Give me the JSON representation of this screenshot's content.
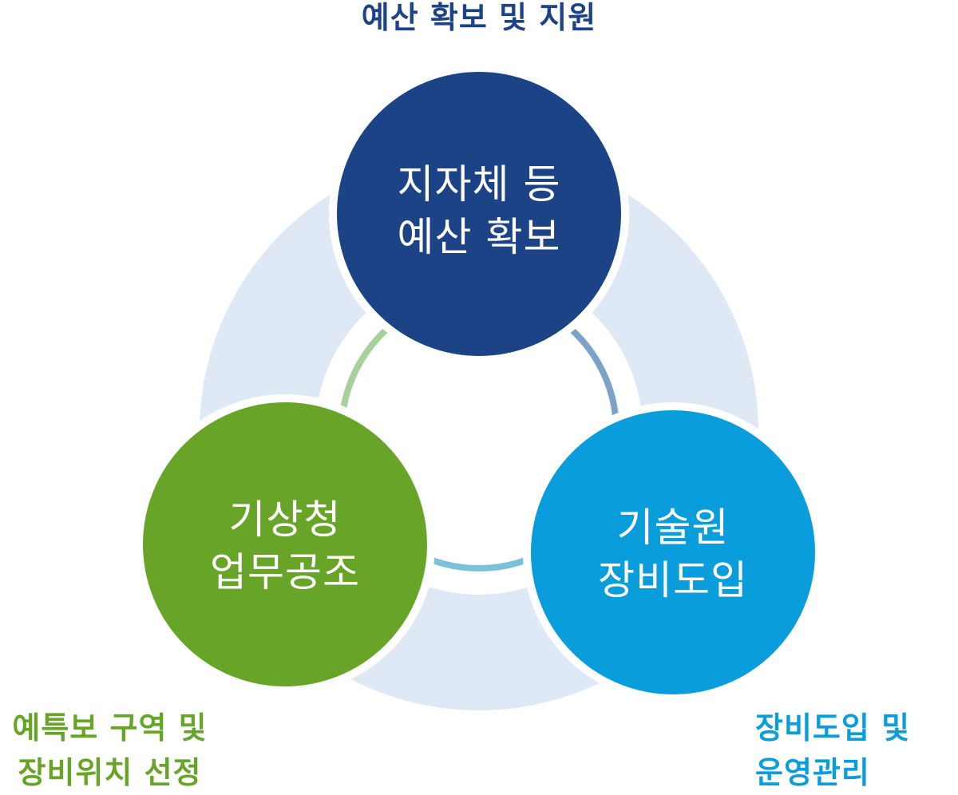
{
  "colors": {
    "ring": "#dee9f5",
    "navy": "#1c4385",
    "green": "#68a428",
    "blue": "#0a9ddc",
    "connector_left": "#a8d19a",
    "connector_right": "#7ba3c8",
    "connector_bottom": "#7cc1d9",
    "white": "#ffffff"
  },
  "outer_labels": {
    "top": {
      "lines": [
        "예산 확보 및 지원"
      ],
      "color": "#1c4385"
    },
    "bottom_left": {
      "lines": [
        "예특보 구역 및",
        "장비위치 선정"
      ],
      "color": "#68a428"
    },
    "bottom_right": {
      "lines": [
        "장비도입 및",
        "운영관리"
      ],
      "color": "#0a9ddc"
    }
  },
  "nodes": [
    {
      "id": "top",
      "lines": [
        "지자체 등",
        "예산 확보"
      ],
      "color": "#1c4385"
    },
    {
      "id": "left",
      "lines": [
        "기상청",
        "업무공조"
      ],
      "color": "#68a428"
    },
    {
      "id": "right",
      "lines": [
        "기술원",
        "장비도입"
      ],
      "color": "#0a9ddc"
    }
  ]
}
